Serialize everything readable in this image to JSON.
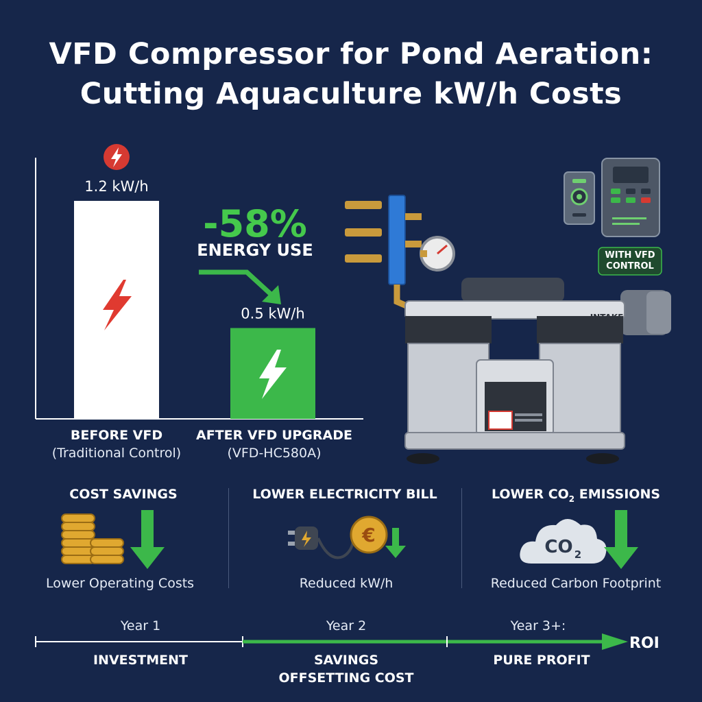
{
  "title_line1": "VFD Compressor for Pond Aeration:",
  "title_line2": "Cutting Aquaculture kW/h Costs",
  "chart_data": {
    "type": "bar",
    "categories": [
      "BEFORE VFD",
      "AFTER VFD UPGRADE"
    ],
    "category_sublabels": [
      "(Traditional Control)",
      "(VFD-HC580A)"
    ],
    "values": [
      1.2,
      0.5
    ],
    "value_labels": [
      "1.2 kW/h",
      "0.5 kW/h"
    ],
    "units": "kW/h",
    "bar_colors": [
      "#ffffff",
      "#3cb84a"
    ],
    "ylim": [
      0,
      1.2
    ],
    "annotation": {
      "percent": "-58%",
      "text": "ENERGY USE"
    }
  },
  "device": {
    "vfd_label_line1": "WITH VFD",
    "vfd_label_line2": "CONTROL",
    "intake_label": "INTAKE"
  },
  "benefits": [
    {
      "heading": "COST SAVINGS",
      "caption": "Lower Operating Costs",
      "icon": "coins-icon"
    },
    {
      "heading": "LOWER ELECTRICITY BILL",
      "caption": "Reduced kW/h",
      "icon": "plug-euro-icon"
    },
    {
      "heading_prefix": "LOWER CO",
      "heading_sub": "2",
      "heading_suffix": " EMISSIONS",
      "icon_text": "CO",
      "icon_sub": "2",
      "caption": "Reduced Carbon Footprint",
      "icon": "co2-cloud-icon"
    }
  ],
  "timeline": {
    "years": [
      "Year 1",
      "Year 2",
      "Year 3+:"
    ],
    "phase1": "INVESTMENT",
    "phase2_line1": "SAVINGS",
    "phase2_line2": "OFFSETTING COST",
    "phase3": "PURE PROFIT",
    "end_label": "ROI"
  },
  "colors": {
    "background": "#16264a",
    "accent_green": "#3cb84a",
    "alert_red": "#d63a32"
  }
}
